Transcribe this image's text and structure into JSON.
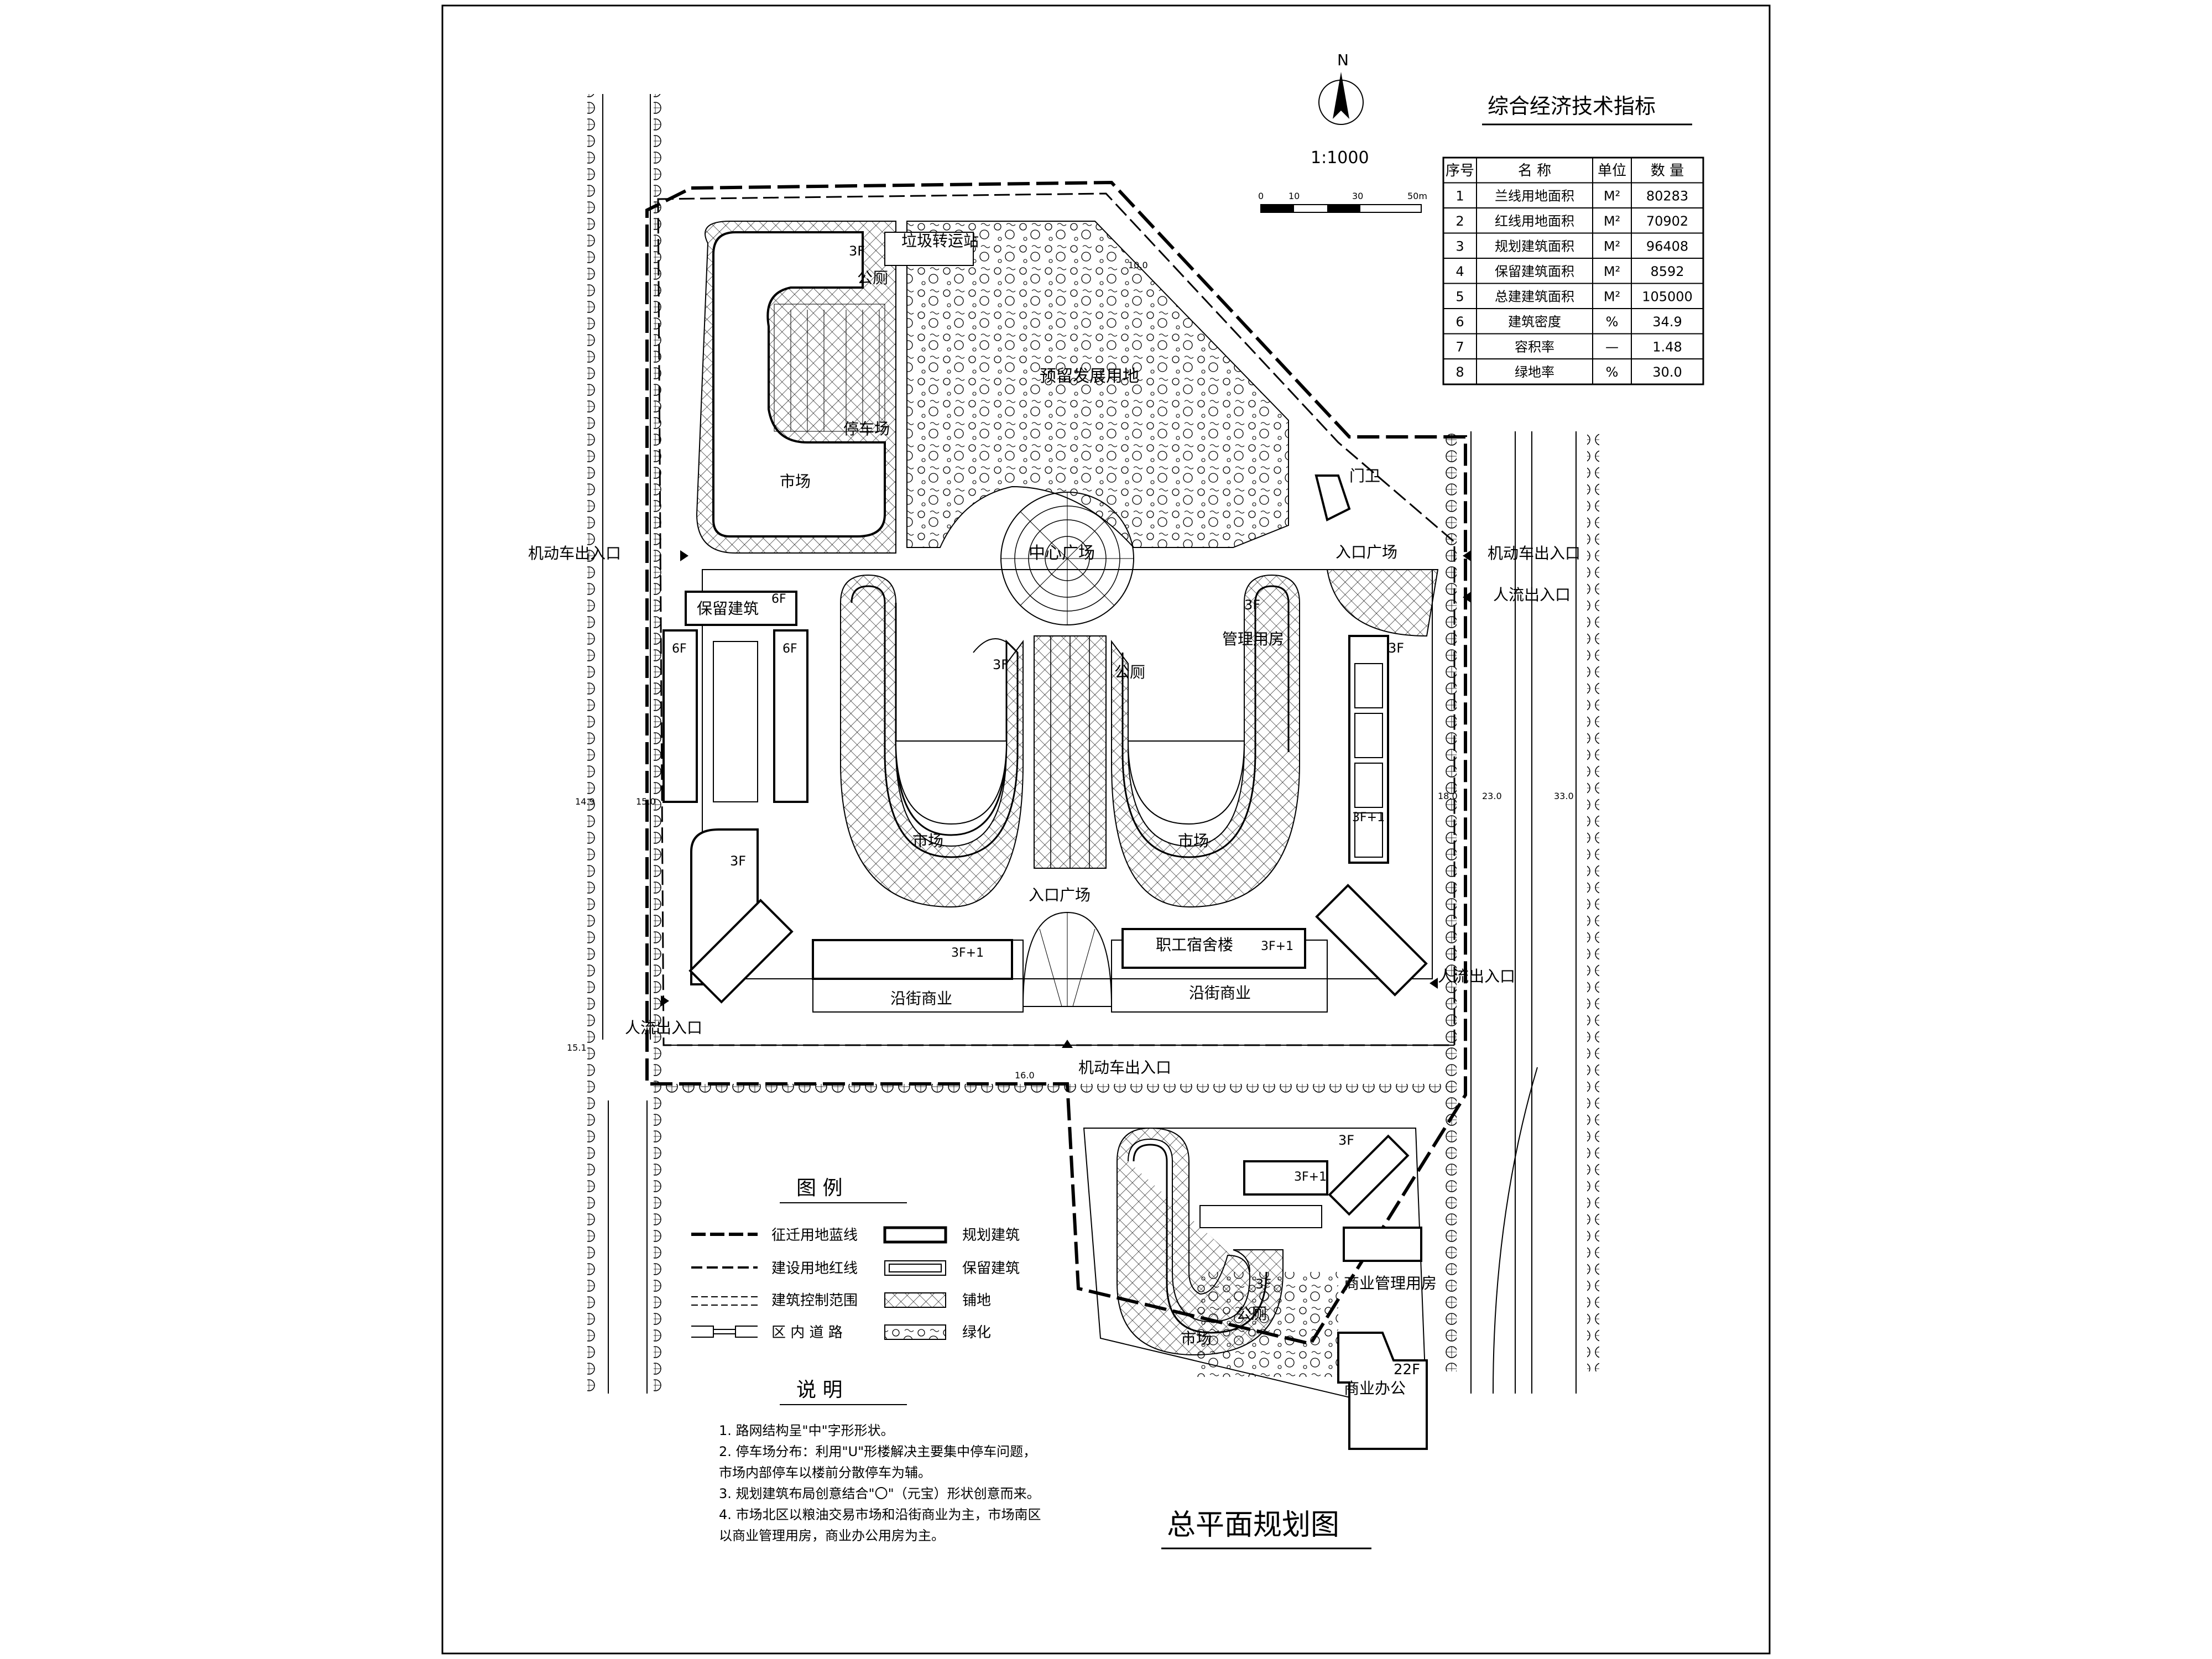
{
  "compass": {
    "north": "N",
    "scale": "1:1000",
    "scale_ticks": [
      "0",
      "10",
      "30",
      "50m"
    ]
  },
  "table": {
    "title": "综合经济技术指标",
    "headers": [
      "序号",
      "名 称",
      "单位",
      "数 量"
    ],
    "rows": [
      [
        "1",
        "兰线用地面积",
        "M²",
        "80283"
      ],
      [
        "2",
        "红线用地面积",
        "M²",
        "70902"
      ],
      [
        "3",
        "规划建筑面积",
        "M²",
        "96408"
      ],
      [
        "4",
        "保留建筑面积",
        "M²",
        "8592"
      ],
      [
        "5",
        "总建建筑面积",
        "M²",
        "105000"
      ],
      [
        "6",
        "建筑密度",
        "%",
        "34.9"
      ],
      [
        "7",
        "容积率",
        "—",
        "1.48"
      ],
      [
        "8",
        "绿地率",
        "%",
        "30.0"
      ]
    ]
  },
  "labels": {
    "garbage": "垃圾转运站",
    "reserve": "预留发展用地",
    "toilet": "公厕",
    "parking": "停车场",
    "market": "市场",
    "floor3": "3F",
    "floor6": "6F",
    "floor3p1": "3F+1",
    "floor22": "22F",
    "gate": "门卫",
    "central_plaza": "中心广场",
    "entry_plaza": "入口广场",
    "vehicle_entry": "机动车出入口",
    "ped_entry": "人流出入口",
    "reserved_building": "保留建筑",
    "mgmt_house": "管理用房",
    "staff_dorm": "职工宿舍楼",
    "street_commerce": "沿街商业",
    "commerce_mgmt": "商业管理用房",
    "commerce_office": "商业办公"
  },
  "dims": [
    "18.0",
    "23.0",
    "33.0",
    "15.0",
    "14.9",
    "16.0",
    "15.1",
    "10.0"
  ],
  "legend": {
    "title": "图 例",
    "items": [
      "征迁用地蓝线",
      "规划建筑",
      "建设用地红线",
      "保留建筑",
      "建筑控制范围",
      "铺地",
      "区 内 道 路",
      "绿化"
    ]
  },
  "notes": {
    "title": "说 明",
    "lines": [
      "1. 路网结构呈\"中\"字形形状。",
      "2. 停车场分布：利用\"U\"形楼解决主要集中停车问题，",
      "市场内部停车以楼前分散停车为辅。",
      "3. 规划建筑布局创意结合\"〇\"（元宝）形状创意而来。",
      "4. 市场北区以粮油交易市场和沿街商业为主，市场南区",
      "以商业管理用房，商业办公用房为主。"
    ]
  },
  "drawing_title": "总平面规划图"
}
